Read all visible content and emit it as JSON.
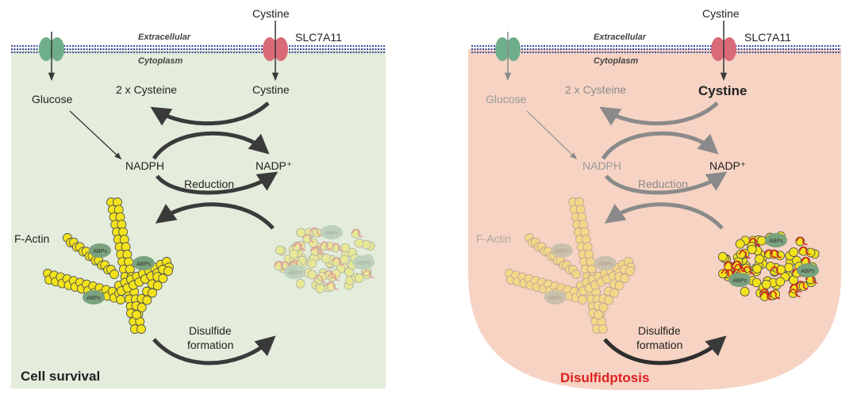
{
  "panels": [
    {
      "id": "left",
      "top_label_1": "Cystine",
      "top_label_2": "SLC7A11",
      "extracellular": "Extracellular",
      "cytoplasm": "Cytoplasm",
      "glucose": "Glucose",
      "cysteine2": "2 x Cysteine",
      "cystine": "Cystine",
      "nadph": "NADPH",
      "nadp": "NADP⁺",
      "reduction": "Reduction",
      "factin": "F-Actin",
      "abps": "ABPs",
      "disulfide_1": "Disulfide",
      "disulfide_2": "formation",
      "outcome": "Cell survival",
      "bg_color": "#e4ecdc",
      "outcome_color": "#111111"
    },
    {
      "id": "right",
      "top_label_1": "Cystine",
      "top_label_2": "SLC7A11",
      "extracellular": "Extracellular",
      "cytoplasm": "Cytoplasm",
      "glucose": "Glucose",
      "cysteine2": "2 x Cysteine",
      "cystine": "Cystine",
      "nadph": "NADPH",
      "nadp": "NADP⁺",
      "reduction": "Reduction",
      "factin": "F-Actin",
      "abps": "ABPs",
      "disulfide_1": "Disulfide",
      "disulfide_2": "formation",
      "outcome": "Disulfidptosis",
      "bg_color": "#f6d3c3",
      "outcome_color": "#e02020"
    }
  ],
  "colors": {
    "membrane": "#3a4a9c",
    "glut": "#6fae8a",
    "slc": "#d96a78",
    "actin_fill": "#f3e31a",
    "actin_stroke": "#555555",
    "abp": "#7aa27e",
    "disulfide": "#d8241f",
    "arrow": "#3a3a3a"
  }
}
